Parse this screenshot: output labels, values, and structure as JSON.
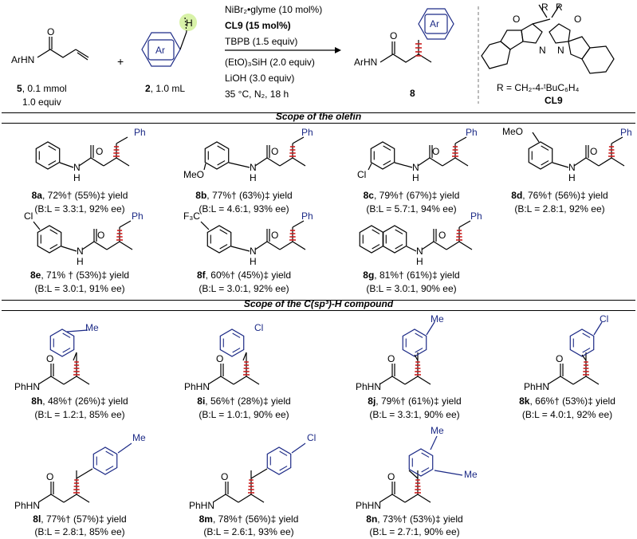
{
  "scheme": {
    "reactant1": {
      "id": "5",
      "amount": "0.1 mmol",
      "equiv": "1.0 equiv",
      "atom_label": "ArHN",
      "heteroatom": "O"
    },
    "reactant2": {
      "id": "2",
      "amount": "1.0 mL",
      "ring_label": "Ar",
      "h_label": "H"
    },
    "plus": "+",
    "conditions": [
      "NiBr₂•glyme (10 mol%)",
      "CL9 (15 mol%)",
      "TBPB (1.5 equiv)",
      "(EtO)₃SiH (2.0 equiv)",
      "LiOH (3.0 equiv)",
      "35 °C, N₂, 18 h"
    ],
    "product": {
      "id": "8",
      "atom_label": "ArHN",
      "ring_label": "Ar",
      "heteroatom": "O"
    },
    "ligand": {
      "id": "CL9",
      "r_def": "R = CH₂-4-ᵗBuC₆H₄",
      "r": "R",
      "n": "N",
      "o": "O"
    }
  },
  "sections": {
    "olefin_header": "Scope of the olefin",
    "ch_header": "Scope of the C(sp³)-H compound"
  },
  "labels": {
    "nh": "N",
    "h": "H",
    "o": "O",
    "ph": "Ph",
    "phhn": "PhHN",
    "meo": "MeO",
    "cl": "Cl",
    "f3c": "F₃C",
    "me": "Me"
  },
  "olefin_scope": [
    {
      "id": "8a",
      "yield_line": "72%† (55%)‡ yield",
      "ratio_line": "(B:L = 3.3:1, 92% ee)"
    },
    {
      "id": "8b",
      "yield_line": "77%† (63%)‡ yield",
      "ratio_line": "(B:L = 4.6:1, 93% ee)"
    },
    {
      "id": "8c",
      "yield_line": "79%† (67%)‡ yield",
      "ratio_line": "(B:L = 5.7:1, 94% ee)"
    },
    {
      "id": "8d",
      "yield_line": "76%† (56%)‡ yield",
      "ratio_line": "(B:L = 2.8:1, 92% ee)"
    },
    {
      "id": "8e",
      "yield_line": "71% † (53%)‡ yield",
      "ratio_line": "(B:L = 3.0:1, 91% ee)"
    },
    {
      "id": "8f",
      "yield_line": "60%† (45%)‡ yield",
      "ratio_line": "(B:L = 3.0:1, 92% ee)"
    },
    {
      "id": "8g",
      "yield_line": "81%† (61%)‡ yield",
      "ratio_line": "(B:L = 3.0:1, 90% ee)"
    }
  ],
  "ch_scope": [
    {
      "id": "8h",
      "yield_line": "48%† (26%)‡ yield",
      "ratio_line": "(B:L = 1.2:1, 85% ee)"
    },
    {
      "id": "8i",
      "yield_line": "56%† (28%)‡ yield",
      "ratio_line": "(B:L = 1.0:1, 90% ee)"
    },
    {
      "id": "8j",
      "yield_line": "79%† (61%)‡ yield",
      "ratio_line": "(B:L = 3.3:1, 90% ee)"
    },
    {
      "id": "8k",
      "yield_line": "66%† (53%)‡ yield",
      "ratio_line": "(B:L = 4.0:1, 92% ee)"
    },
    {
      "id": "8l",
      "yield_line": "77%† (57%)‡ yield",
      "ratio_line": "(B:L = 2.8:1, 85% ee)"
    },
    {
      "id": "8m",
      "yield_line": "78%† (56%)‡ yield",
      "ratio_line": "(B:L = 2.6:1, 93% ee)"
    },
    {
      "id": "8n",
      "yield_line": "73%† (53%)‡ yield",
      "ratio_line": "(B:L = 2.7:1, 90% ee)"
    }
  ],
  "colors": {
    "ink": "#000000",
    "accent_blue": "#1c2a86",
    "stereo_red": "#cc1e1e",
    "highlight_green": "#d8f2a8"
  }
}
